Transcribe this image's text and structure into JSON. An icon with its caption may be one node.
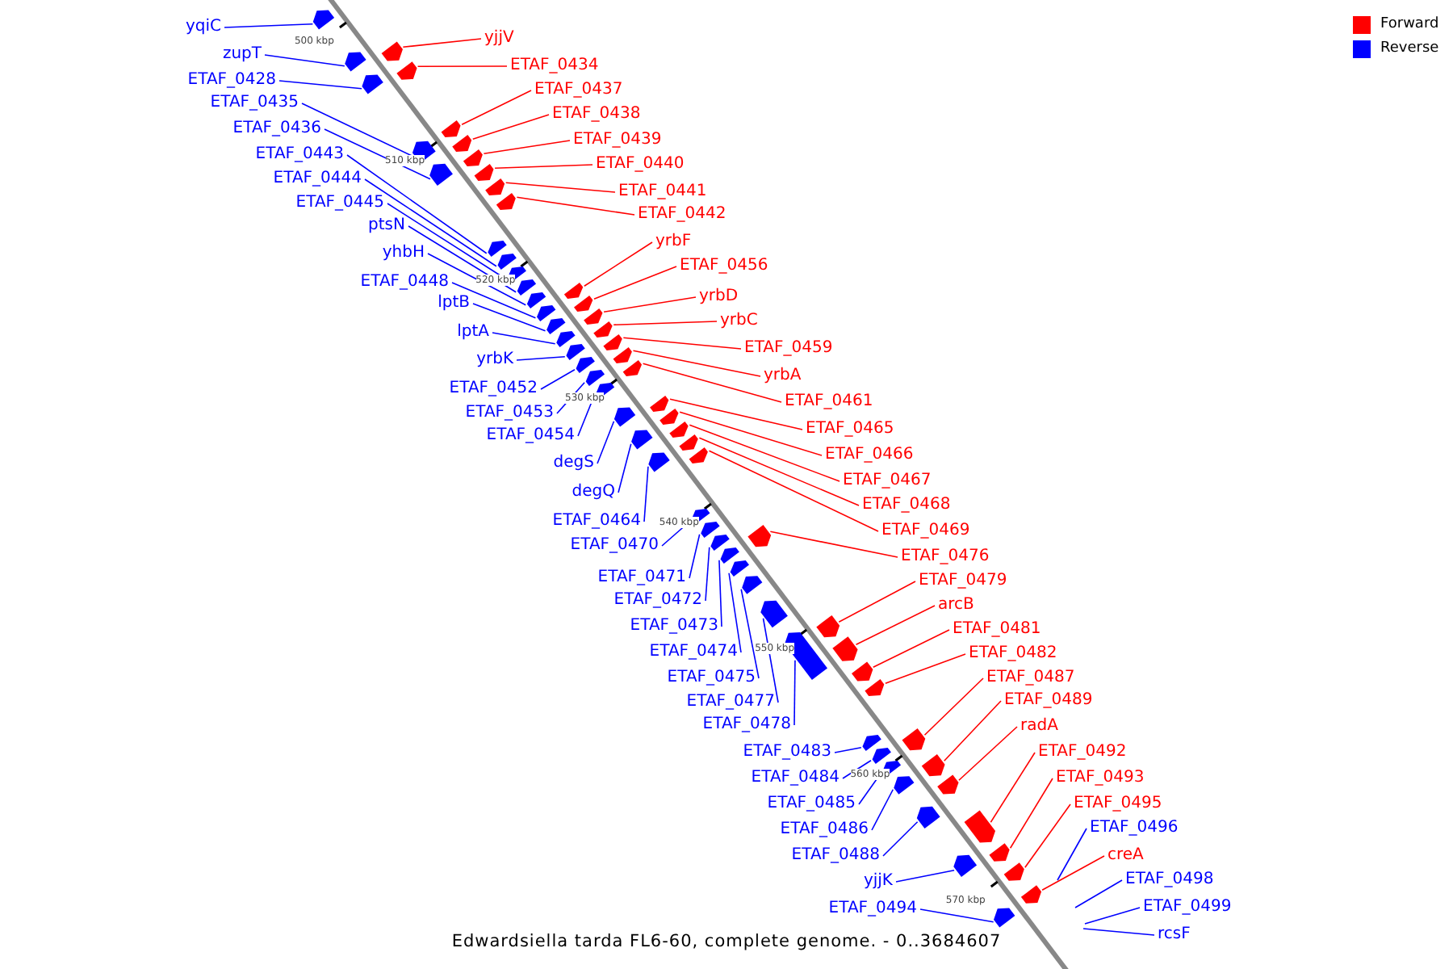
{
  "diagram": {
    "caption": "Edwardsiella tarda FL6-60, complete genome. - 0..3684607",
    "nodes": [
      {
        "text": [
          "yqiC"
        ]
      },
      {
        "text": [
          "zupT"
        ]
      },
      {
        "text": [
          "ETAF_0428"
        ]
      },
      {
        "text": [
          "ETAF_0435"
        ]
      },
      {
        "text": [
          "ETAF_0436"
        ]
      },
      {
        "text": [
          "ETAF_0443"
        ]
      },
      {
        "text": [
          "ETAF_0444"
        ]
      },
      {
        "text": [
          "ETAF_0445"
        ]
      },
      {
        "text": [
          "ptsN"
        ]
      },
      {
        "text": [
          "yhbH"
        ]
      },
      {
        "text": [
          "ETAF_0448"
        ]
      },
      {
        "text": [
          "lptB"
        ]
      },
      {
        "text": [
          "lptA"
        ]
      },
      {
        "text": [
          "yrbK"
        ]
      },
      {
        "text": [
          "ETAF_0452"
        ]
      },
      {
        "text": [
          "ETAF_0453"
        ]
      },
      {
        "text": [
          "ETAF_0454"
        ]
      },
      {
        "text": [
          "degS"
        ]
      },
      {
        "text": [
          "degQ"
        ]
      },
      {
        "text": [
          "ETAF_0464"
        ]
      },
      {
        "text": [
          "ETAF_0470"
        ]
      },
      {
        "text": [
          "ETAF_0471"
        ]
      },
      {
        "text": [
          "ETAF_0472"
        ]
      },
      {
        "text": [
          "ETAF_0473"
        ]
      },
      {
        "text": [
          "ETAF_0474"
        ]
      },
      {
        "text": [
          "ETAF_0475"
        ]
      },
      {
        "text": [
          "ETAF_0477"
        ]
      },
      {
        "text": [
          "ETAF_0478"
        ]
      },
      {
        "text": [
          "ETAF_0483"
        ]
      },
      {
        "text": [
          "ETAF_0484"
        ]
      },
      {
        "text": [
          "ETAF_0485"
        ]
      },
      {
        "text": [
          "ETAF_0486"
        ]
      },
      {
        "text": [
          "ETAF_0488"
        ]
      },
      {
        "text": [
          "yjjK"
        ]
      },
      {
        "text": [
          "ETAF_0494"
        ]
      },
      {
        "text": [
          "yjjV"
        ]
      },
      {
        "text": [
          "ETAF_0434"
        ]
      },
      {
        "text": [
          "ETAF_0437"
        ]
      },
      {
        "text": [
          "ETAF_0438"
        ]
      },
      {
        "text": [
          "ETAF_0439"
        ]
      },
      {
        "text": [
          "ETAF_0440"
        ]
      },
      {
        "text": [
          "ETAF_0441"
        ]
      },
      {
        "text": [
          "ETAF_0442"
        ]
      },
      {
        "text": [
          "yrbF"
        ]
      },
      {
        "text": [
          "ETAF_0456"
        ]
      },
      {
        "text": [
          "yrbD"
        ]
      },
      {
        "text": [
          "yrbC"
        ]
      },
      {
        "text": [
          "ETAF_0459"
        ]
      },
      {
        "text": [
          "yrbA"
        ]
      },
      {
        "text": [
          "ETAF_0461"
        ]
      },
      {
        "text": [
          "ETAF_0465"
        ]
      },
      {
        "text": [
          "ETAF_0466"
        ]
      },
      {
        "text": [
          "ETAF_0467"
        ]
      },
      {
        "text": [
          "ETAF_0468"
        ]
      },
      {
        "text": [
          "ETAF_0469"
        ]
      },
      {
        "text": [
          "ETAF_0476"
        ]
      },
      {
        "text": [
          "ETAF_0479"
        ]
      },
      {
        "text": [
          "arcB"
        ]
      },
      {
        "text": [
          "ETAF_0481"
        ]
      },
      {
        "text": [
          "ETAF_0482"
        ]
      },
      {
        "text": [
          "ETAF_0487"
        ]
      },
      {
        "text": [
          "ETAF_0489"
        ]
      },
      {
        "text": [
          "radA"
        ]
      },
      {
        "text": [
          "ETAF_0492"
        ]
      },
      {
        "text": [
          "ETAF_0493"
        ]
      },
      {
        "text": [
          "ETAF_0495"
        ]
      },
      {
        "text": [
          "ETAF_0496"
        ]
      },
      {
        "text": [
          "creA"
        ]
      },
      {
        "text": [
          "ETAF_0498"
        ]
      },
      {
        "text": [
          "ETAF_0499"
        ]
      },
      {
        "text": [
          "rcsF"
        ]
      },
      {
        "text": [],
        "shape": "arrow"
      },
      {
        "text": [],
        "shape": "arrow"
      },
      {
        "text": [],
        "shape": "arrow"
      },
      {
        "text": [],
        "shape": "arrow"
      },
      {
        "text": [],
        "shape": "arrow"
      },
      {
        "text": [],
        "shape": "arrow"
      },
      {
        "text": [],
        "shape": "arrow"
      },
      {
        "text": [],
        "shape": "arrow"
      },
      {
        "text": [],
        "shape": "arrow"
      },
      {
        "text": [],
        "shape": "arrow"
      },
      {
        "text": [],
        "shape": "arrow"
      },
      {
        "text": [],
        "shape": "arrow"
      },
      {
        "text": [],
        "shape": "arrow"
      },
      {
        "text": [],
        "shape": "arrow"
      },
      {
        "text": [],
        "shape": "arrow"
      },
      {
        "text": [],
        "shape": "arrow"
      },
      {
        "text": [],
        "shape": "arrow"
      },
      {
        "text": [],
        "shape": "arrow"
      },
      {
        "text": [],
        "shape": "arrow"
      },
      {
        "text": [],
        "shape": "arrow"
      },
      {
        "text": [],
        "shape": "arrow"
      },
      {
        "text": [],
        "shape": "arrow"
      },
      {
        "text": [],
        "shape": "arrow"
      },
      {
        "text": [],
        "shape": "arrow"
      },
      {
        "text": [],
        "shape": "arrow"
      },
      {
        "text": [],
        "shape": "arrow"
      },
      {
        "text": [],
        "shape": "arrow"
      },
      {
        "text": [],
        "shape": "arrow"
      },
      {
        "text": [],
        "shape": "arrow"
      },
      {
        "text": [],
        "shape": "arrow"
      },
      {
        "text": [],
        "shape": "arrow"
      },
      {
        "text": [],
        "shape": "arrow"
      },
      {
        "text": [],
        "shape": "arrow"
      },
      {
        "text": [],
        "shape": "arrow"
      },
      {
        "text": [],
        "shape": "arrow"
      },
      {
        "text": [],
        "shape": "arrow"
      },
      {
        "text": [],
        "shape": "arrow"
      },
      {
        "text": [],
        "shape": "arrow"
      },
      {
        "text": [],
        "shape": "arrow"
      },
      {
        "text": [],
        "shape": "arrow"
      },
      {
        "text": [],
        "shape": "arrow"
      },
      {
        "text": [],
        "shape": "arrow"
      },
      {
        "text": [],
        "shape": "arrow"
      },
      {
        "text": [],
        "shape": "arrow"
      },
      {
        "text": [],
        "shape": "arrow"
      },
      {
        "text": [],
        "shape": "arrow"
      },
      {
        "text": [],
        "shape": "arrow"
      },
      {
        "text": [],
        "shape": "arrow"
      },
      {
        "text": [],
        "shape": "arrow"
      },
      {
        "text": [],
        "shape": "arrow"
      },
      {
        "text": [],
        "shape": "arrow"
      },
      {
        "text": [],
        "shape": "arrow"
      },
      {
        "text": [],
        "shape": "arrow"
      },
      {
        "text": [],
        "shape": "arrow"
      },
      {
        "text": [],
        "shape": "arrow"
      },
      {
        "text": [],
        "shape": "arrow"
      },
      {
        "text": [],
        "shape": "arrow"
      },
      {
        "text": [],
        "shape": "arrow"
      },
      {
        "text": [],
        "shape": "arrow"
      },
      {
        "text": [],
        "shape": "arrow"
      },
      {
        "text": [],
        "shape": "arrow"
      },
      {
        "text": [],
        "shape": "arrow"
      },
      {
        "text": [],
        "shape": "arrow"
      },
      {
        "text": [],
        "shape": "arrow"
      },
      {
        "text": [],
        "shape": "arrow"
      },
      {
        "text": [],
        "shape": "arrow"
      },
      {
        "text": [],
        "shape": "arrow"
      }
    ],
    "edges": [
      {
        "from": 0,
        "to": 71,
        "arrow": "none"
      },
      {
        "from": 1,
        "to": 72,
        "arrow": "none"
      },
      {
        "from": 2,
        "to": 73,
        "arrow": "none"
      },
      {
        "from": 3,
        "to": 74,
        "arrow": "none"
      },
      {
        "from": 4,
        "to": 75,
        "arrow": "none"
      },
      {
        "from": 5,
        "to": 76,
        "arrow": "none"
      },
      {
        "from": 6,
        "to": 77,
        "arrow": "none"
      },
      {
        "from": 7,
        "to": 78,
        "arrow": "none"
      },
      {
        "from": 8,
        "to": 79,
        "arrow": "none"
      },
      {
        "from": 9,
        "to": 80,
        "arrow": "none"
      },
      {
        "from": 10,
        "to": 81,
        "arrow": "none"
      },
      {
        "from": 11,
        "to": 82,
        "arrow": "none"
      },
      {
        "from": 12,
        "to": 83,
        "arrow": "none"
      },
      {
        "from": 13,
        "to": 84,
        "arrow": "none"
      },
      {
        "from": 14,
        "to": 85,
        "arrow": "none"
      },
      {
        "from": 15,
        "to": 86,
        "arrow": "none"
      },
      {
        "from": 16,
        "to": 87,
        "arrow": "none"
      },
      {
        "from": 17,
        "to": 88,
        "arrow": "none"
      },
      {
        "from": 18,
        "to": 89,
        "arrow": "none"
      },
      {
        "from": 19,
        "to": 90,
        "arrow": "none"
      },
      {
        "from": 20,
        "to": 91,
        "arrow": "none"
      },
      {
        "from": 21,
        "to": 92,
        "arrow": "none"
      },
      {
        "from": 22,
        "to": 93,
        "arrow": "none"
      },
      {
        "from": 23,
        "to": 94,
        "arrow": "none"
      },
      {
        "from": 24,
        "to": 95,
        "arrow": "none"
      },
      {
        "from": 25,
        "to": 96,
        "arrow": "none"
      },
      {
        "from": 26,
        "to": 97,
        "arrow": "none"
      },
      {
        "from": 27,
        "to": 98,
        "arrow": "none"
      },
      {
        "from": 28,
        "to": 99,
        "arrow": "none"
      },
      {
        "from": 29,
        "to": 100,
        "arrow": "none"
      },
      {
        "from": 30,
        "to": 101,
        "arrow": "none"
      },
      {
        "from": 31,
        "to": 102,
        "arrow": "none"
      },
      {
        "from": 32,
        "to": 103,
        "arrow": "none"
      },
      {
        "from": 33,
        "to": 104,
        "arrow": "none"
      },
      {
        "from": 34,
        "to": 105,
        "arrow": "none"
      },
      {
        "from": 35,
        "to": 106,
        "arrow": "none",
        "color": "#ff0000"
      },
      {
        "from": 36,
        "to": 107,
        "arrow": "none",
        "color": "#ff0000"
      },
      {
        "from": 37,
        "to": 108,
        "arrow": "none",
        "color": "#ff0000"
      },
      {
        "from": 38,
        "to": 109,
        "arrow": "none",
        "color": "#ff0000"
      },
      {
        "from": 39,
        "to": 110,
        "arrow": "none",
        "color": "#ff0000"
      },
      {
        "from": 40,
        "to": 111,
        "arrow": "none",
        "color": "#ff0000"
      },
      {
        "from": 41,
        "to": 112,
        "arrow": "none",
        "color": "#ff0000"
      },
      {
        "from": 42,
        "to": 113,
        "arrow": "none",
        "color": "#ff0000"
      },
      {
        "from": 43,
        "to": 114,
        "arrow": "none",
        "color": "#ff0000"
      },
      {
        "from": 44,
        "to": 115,
        "arrow": "none",
        "color": "#ff0000"
      },
      {
        "from": 45,
        "to": 116,
        "arrow": "none",
        "color": "#ff0000"
      },
      {
        "from": 46,
        "to": 117,
        "arrow": "none",
        "color": "#ff0000"
      },
      {
        "from": 47,
        "to": 118,
        "arrow": "none",
        "color": "#ff0000"
      },
      {
        "from": 48,
        "to": 119,
        "arrow": "none",
        "color": "#ff0000"
      },
      {
        "from": 49,
        "to": 120,
        "arrow": "none",
        "color": "#ff0000"
      },
      {
        "from": 50,
        "to": 121,
        "arrow": "none",
        "color": "#ff0000"
      },
      {
        "from": 51,
        "to": 122,
        "arrow": "none",
        "color": "#ff0000"
      },
      {
        "from": 52,
        "to": 123,
        "arrow": "none",
        "color": "#ff0000"
      },
      {
        "from": 53,
        "to": 124,
        "arrow": "none",
        "color": "#ff0000"
      },
      {
        "from": 54,
        "to": 125,
        "arrow": "none",
        "color": "#ff0000"
      },
      {
        "from": 55,
        "to": 126,
        "arrow": "none",
        "color": "#ff0000"
      },
      {
        "from": 56,
        "to": 127,
        "arrow": "none",
        "color": "#ff0000"
      },
      {
        "from": 57,
        "to": 128,
        "arrow": "none",
        "color": "#ff0000"
      },
      {
        "from": 58,
        "to": 129,
        "arrow": "none",
        "color": "#ff0000"
      },
      {
        "from": 59,
        "to": 130,
        "arrow": "none",
        "color": "#ff0000"
      },
      {
        "from": 60,
        "to": 131,
        "arrow": "none",
        "color": "#ff0000"
      },
      {
        "from": 61,
        "to": 132,
        "arrow": "none",
        "color": "#ff0000"
      },
      {
        "from": 62,
        "to": 133,
        "arrow": "none",
        "color": "#ff0000"
      },
      {
        "from": 63,
        "to": 134,
        "arrow": "none",
        "color": "#ff0000"
      },
      {
        "from": 64,
        "to": 135,
        "arrow": "none",
        "color": "#ff0000"
      },
      {
        "from": 65,
        "to": 136,
        "arrow": "none",
        "color": "#ff0000"
      },
      {
        "from": 66,
        "to": null,
        "arrow": "none"
      },
      {
        "from": 67,
        "to": 137,
        "arrow": "none",
        "color": "#ff0000"
      },
      {
        "from": 68,
        "to": null,
        "arrow": "none"
      },
      {
        "from": 69,
        "to": null,
        "arrow": "none"
      },
      {
        "from": 70,
        "to": null,
        "arrow": "none"
      }
    ],
    "labels": [
      "500 kbp",
      "510 kbp",
      "520 kbp",
      "530 kbp",
      "540 kbp",
      "550 kbp",
      "560 kbp",
      "570 kbp"
    ],
    "legend": [
      {
        "text": "Forward",
        "color": "#ff0000"
      },
      {
        "text": "Reverse",
        "color": "#0000ff"
      }
    ]
  }
}
